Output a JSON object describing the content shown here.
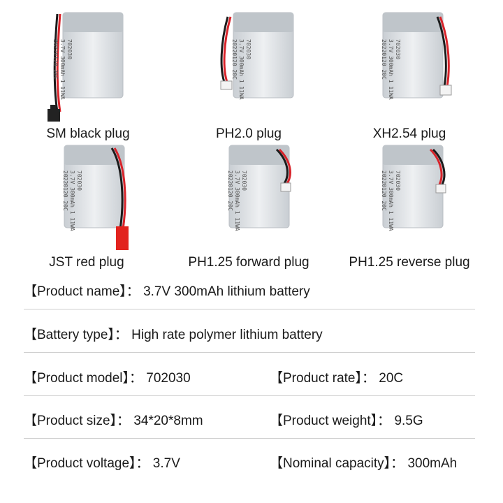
{
  "batteries": [
    {
      "plug": "SM black plug",
      "cell_line1": "3.7V 300mAh 1 11WA",
      "cell_line2": "20220120 20C",
      "cell_code": "702030"
    },
    {
      "plug": "PH2.0 plug",
      "cell_line1": "3.7V 300mAh 1 11WA",
      "cell_line2": "20220120 20C",
      "cell_code": "702030"
    },
    {
      "plug": "XH2.54 plug",
      "cell_line1": "3.7V 300mAh 1 11WA",
      "cell_line2": "20220120 20C",
      "cell_code": "702030"
    },
    {
      "plug": "JST red plug",
      "cell_line1": "3.7V 300mAh 1 11WA",
      "cell_line2": "20220120 20C",
      "cell_code": "702030"
    },
    {
      "plug": "PH1.25 forward plug",
      "cell_line1": "3.7V 300mAh 1 11WA",
      "cell_line2": "20220120 20C",
      "cell_code": "702030"
    },
    {
      "plug": "PH1.25 reverse plug",
      "cell_line1": "3.7V 300mAh 1 11WA",
      "cell_line2": "20220120 20C",
      "cell_code": "702030"
    }
  ],
  "specs": {
    "product_name": "【Product name】： 3.7V 300mAh lithium battery",
    "battery_type": "【Battery type】： High rate polymer lithium battery",
    "product_model": "【Product model】： 702030",
    "product_rate": "【Product rate】： 20C",
    "product_size": "【Product size】： 34*20*8mm",
    "product_weight": "【Product weight】： 9.5G",
    "product_voltage": "【Product voltage】： 3.7V",
    "nominal_capacity": "【Nominal capacity】： 300mAh"
  },
  "colors": {
    "cell_body": "#d9dde1",
    "cell_highlight": "#f2f4f6",
    "wire_red": "#d8232a",
    "wire_black": "#1b1b1b",
    "plug_black": "#222222",
    "plug_white": "#f3f3f3",
    "plug_red": "#e2231e",
    "divider": "#cfcfcf"
  }
}
